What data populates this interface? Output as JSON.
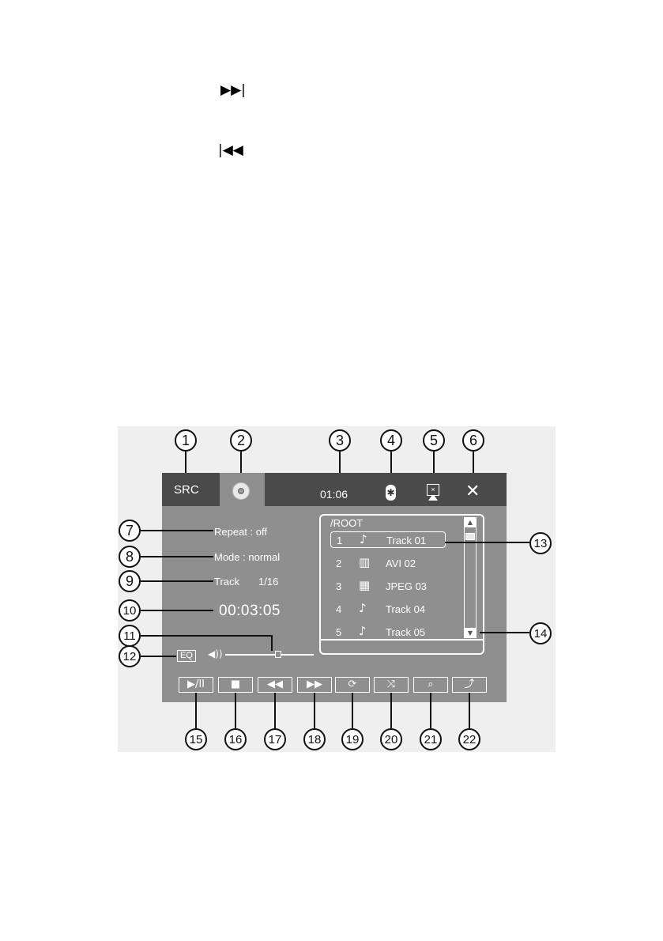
{
  "top_glyphs": {
    "next": "▶▶|",
    "prev": "|◀◀"
  },
  "callouts": [
    "1",
    "2",
    "3",
    "4",
    "5",
    "6",
    "7",
    "8",
    "9",
    "10",
    "11",
    "12",
    "13",
    "14",
    "15",
    "16",
    "17",
    "18",
    "19",
    "20",
    "21",
    "22"
  ],
  "topbar": {
    "src_label": "SRC",
    "time": "01:06",
    "bluetooth_glyph": "✱",
    "screen_glyph": "×",
    "settings_glyph": "✕"
  },
  "info": {
    "repeat": "Repeat : off",
    "mode": "Mode : normal",
    "track_label": "Track",
    "track_value": "1/16",
    "elapsed": "00:03:05"
  },
  "eq_label": "EQ",
  "speaker_glyph": "◀))",
  "volume": {
    "level": 0.6
  },
  "file_list": {
    "path": "/ROOT",
    "scroll_up": "▲",
    "scroll_down": "▼",
    "rows": [
      {
        "num": "1",
        "icon": "♪",
        "name": "Track  01"
      },
      {
        "num": "2",
        "icon": "▥",
        "name": "AVI    02"
      },
      {
        "num": "3",
        "icon": "▦",
        "name": "JPEG  03"
      },
      {
        "num": "4",
        "icon": "♪",
        "name": "Track  04"
      },
      {
        "num": "5",
        "icon": "♪",
        "name": "Track  05"
      }
    ]
  },
  "controls": [
    {
      "icon": "play-pause-icon",
      "glyph": "▶/II"
    },
    {
      "icon": "stop-icon",
      "glyph": "■"
    },
    {
      "icon": "rewind-icon",
      "glyph": "◀◀"
    },
    {
      "icon": "fast-forward-icon",
      "glyph": "▶▶"
    },
    {
      "icon": "repeat-icon",
      "glyph": "⟳"
    },
    {
      "icon": "shuffle-icon",
      "glyph": "⤨"
    },
    {
      "icon": "search-icon",
      "glyph": "⌕"
    },
    {
      "icon": "folder-up-icon",
      "glyph": "⤴"
    }
  ]
}
